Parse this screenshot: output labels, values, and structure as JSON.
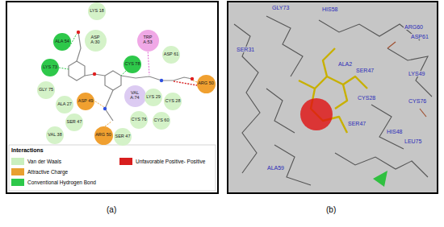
{
  "diagram": {
    "nodes": [
      {
        "text": [
          "LYS 18"
        ]
      },
      {
        "text": [
          "ALA 54"
        ]
      },
      {
        "text": [
          "ASP A:30"
        ]
      },
      {
        "text": [
          "TRP A:53"
        ]
      },
      {
        "text": [
          "ASP 61"
        ]
      },
      {
        "text": [
          "LYS 73"
        ]
      },
      {
        "text": [
          "CYS 78"
        ]
      },
      {
        "text": [
          "GLY 75"
        ]
      },
      {
        "text": [
          "ARG 50"
        ]
      },
      {
        "text": [
          "VAL A:74"
        ]
      },
      {
        "text": [
          "LYS 29"
        ]
      },
      {
        "text": [
          "ASP 49"
        ]
      },
      {
        "text": [
          "ALA 27"
        ]
      },
      {
        "text": [
          "CYS 28"
        ]
      },
      {
        "text": [
          "SER 47"
        ]
      },
      {
        "text": [
          "CYS 76"
        ]
      },
      {
        "text": [
          "CYS 60"
        ]
      },
      {
        "text": [
          "VAL 38"
        ]
      },
      {
        "text": [
          "ARG 50"
        ]
      },
      {
        "text": [
          "SER 47"
        ]
      }
    ],
    "labels": [
      "Interactions",
      "GLY73",
      "HIS58",
      "SER31",
      "ARG60",
      "ASP61",
      "ALA2",
      "SER47",
      "LYS49",
      "CYS28",
      "SER47",
      "CYS76",
      "HIS48",
      "LEU75",
      "ALA59",
      "(a)",
      "(b)"
    ],
    "legend": [
      {
        "text": "Van der Waals",
        "color": "#c9efbe"
      },
      {
        "text": "Attractive Charge",
        "color": "#e8a030"
      },
      {
        "text": "Conventional Hydrogen Bond",
        "color": "#2ec84a"
      },
      {
        "text": "Unfavorable Positive- Positive",
        "color": "#d81e1e"
      }
    ]
  }
}
